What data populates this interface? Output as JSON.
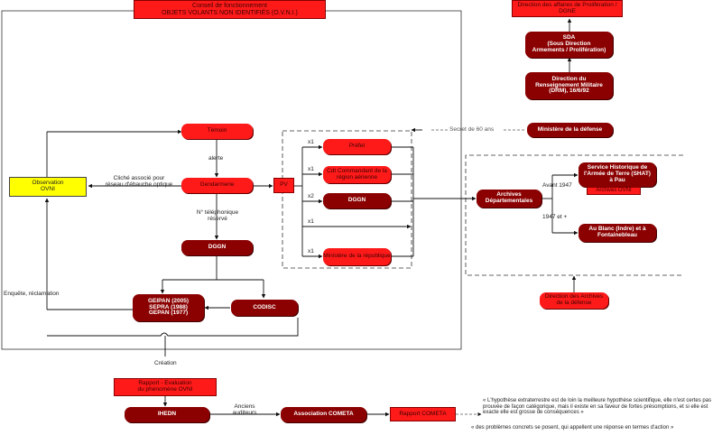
{
  "header": {
    "line1": "Conseil de fonctionnement",
    "line2": "OBJETS VOLANTS NON IDENTIFIÉS (O.V.N.I.)"
  },
  "top_right": {
    "proliferation": "Direction des affaires de Prolifération / DGNE",
    "sda": "SDA\n(Sous Direction\nArmements / Prolifération)",
    "drm": "Direction du\nRenseignement Militaire\n(DRM), 16/6/92"
  },
  "ministere": {
    "label": "Ministère de la défense",
    "secret": "Secret de 60 ans"
  },
  "left": {
    "observation": "Observation\nOVNI",
    "cliche_note": "Cliché associé pour\nréseau d'ébauche optique",
    "enquete": "Enquête, réclamation"
  },
  "center": {
    "temoin": "Témoin",
    "alerte": "alerte",
    "gendarmerie": "Gendarmerie",
    "pv": "PV",
    "nd_label": "N° téléphonique\nréservé",
    "dggn": "DGGN",
    "gepan": "GEIPAN (2005)\nSEPRA (1988)\nGEPAN (1977)",
    "codisc": "CODISC",
    "creation": "Création"
  },
  "distribution": {
    "multipliers": [
      "x1",
      "x1",
      "x2",
      "x1",
      "x1"
    ],
    "items": [
      "Préfet",
      "Cdt Commandant de la région aérienne",
      "DGGN",
      "Ministère de la république"
    ]
  },
  "archives": {
    "archives": "Archives\nDépartementales",
    "avant_1947": "Avant 1947",
    "apres_1947": "1947 et +",
    "shat": "Service Historique de\nl'Armée de Terre (SHAT)\nà Pau",
    "shat_tag": "Archives OVNI",
    "au_blanc": "Au Blanc (Indre) et à\nFontainebleau",
    "direction_archives": "Direction des Archives\nde la défense"
  },
  "bottom": {
    "rapport": "Rapport - Evaluation\ndu phénomène OVNI",
    "ihedn": "IHEDN",
    "anciens": "Anciens\nauditeurs",
    "cometa": "Association COMETA",
    "rapport_cometa": "Rapport COMETA",
    "quote1": "« L'hypothèse extraterrestre est de loin la meilleure hypothèse scientifique, elle n'est certes pas prouvée de façon catégorique, mais il existe en sa faveur de fortes présomptions, et si elle est exacte elle est grosse de conséquences »",
    "quote2": "« des problèmes concrets se posent, qui appellent une réponse en termes d'action »"
  },
  "colors": {
    "red": "#ff1a1a",
    "dark_red": "#8b0000",
    "yellow": "#ffff00"
  }
}
